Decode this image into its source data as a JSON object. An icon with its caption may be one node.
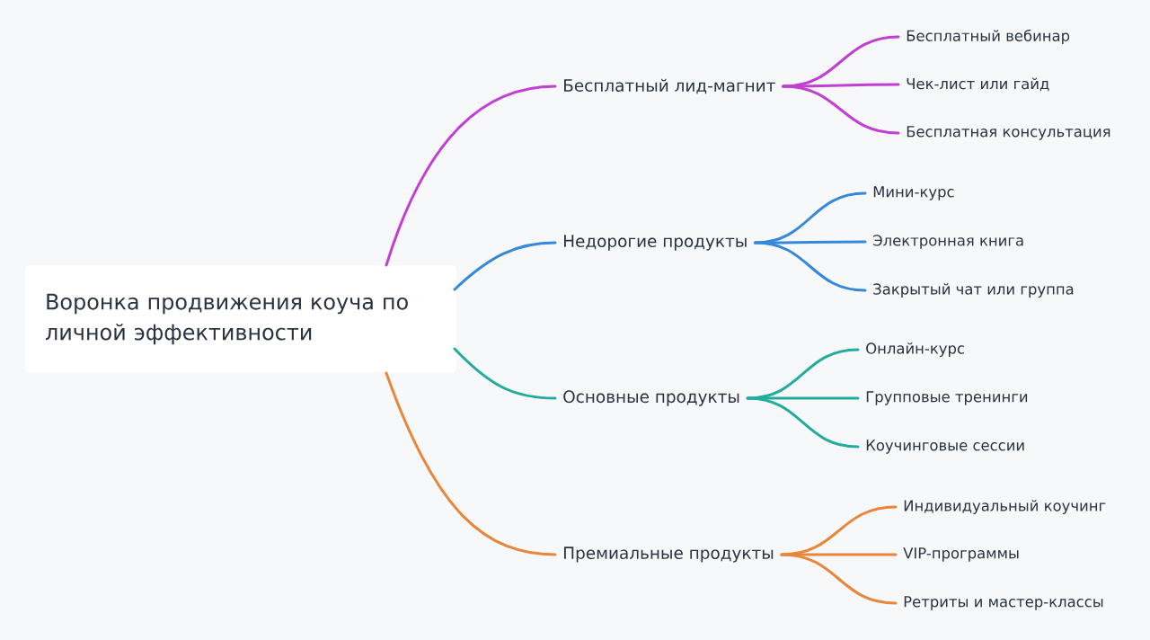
{
  "diagram": {
    "nodes": [
      {
        "text": [
          "Воронка продвижения коуча по личной эффективности"
        ]
      },
      {
        "text": [
          "Бесплатный лид-магнит"
        ]
      },
      {
        "text": [
          "Бесплатный вебинар"
        ]
      },
      {
        "text": [
          "Чек-лист или гайд"
        ]
      },
      {
        "text": [
          "Бесплатная консультация"
        ]
      },
      {
        "text": [
          "Недорогие продукты"
        ]
      },
      {
        "text": [
          "Мини-курс"
        ]
      },
      {
        "text": [
          "Электронная книга"
        ]
      },
      {
        "text": [
          "Закрытый чат или группа"
        ]
      },
      {
        "text": [
          "Основные продукты"
        ]
      },
      {
        "text": [
          "Онлайн-курс"
        ]
      },
      {
        "text": [
          "Групповые тренинги"
        ]
      },
      {
        "text": [
          "Коучинговые сессии"
        ]
      },
      {
        "text": [
          "Премиальные продукты"
        ]
      },
      {
        "text": [
          "Индивидуальный коучинг"
        ]
      },
      {
        "text": [
          "VIP-программы"
        ]
      },
      {
        "text": [
          "Ретриты и мастер-классы"
        ]
      }
    ],
    "edges": [
      {
        "from": 0,
        "to": 1,
        "arrow": "none",
        "color": "#c23fd3"
      },
      {
        "from": 1,
        "to": 2,
        "arrow": "none",
        "color": "#c23fd3"
      },
      {
        "from": 1,
        "to": 3,
        "arrow": "none",
        "color": "#c23fd3"
      },
      {
        "from": 1,
        "to": 4,
        "arrow": "none",
        "color": "#c23fd3"
      },
      {
        "from": 0,
        "to": 5,
        "arrow": "none",
        "color": "#3589da"
      },
      {
        "from": 5,
        "to": 6,
        "arrow": "none",
        "color": "#3589da"
      },
      {
        "from": 5,
        "to": 7,
        "arrow": "none",
        "color": "#3589da"
      },
      {
        "from": 5,
        "to": 8,
        "arrow": "none",
        "color": "#3589da"
      },
      {
        "from": 0,
        "to": 9,
        "arrow": "none",
        "color": "#22ac9c"
      },
      {
        "from": 9,
        "to": 10,
        "arrow": "none",
        "color": "#22ac9c"
      },
      {
        "from": 9,
        "to": 11,
        "arrow": "none",
        "color": "#22ac9c"
      },
      {
        "from": 9,
        "to": 12,
        "arrow": "none",
        "color": "#22ac9c"
      },
      {
        "from": 0,
        "to": 13,
        "arrow": "none",
        "color": "#e8863c"
      },
      {
        "from": 13,
        "to": 14,
        "arrow": "none",
        "color": "#e8863c"
      },
      {
        "from": 13,
        "to": 15,
        "arrow": "none",
        "color": "#e8863c"
      },
      {
        "from": 13,
        "to": 16,
        "arrow": "none",
        "color": "#e8863c"
      }
    ]
  }
}
